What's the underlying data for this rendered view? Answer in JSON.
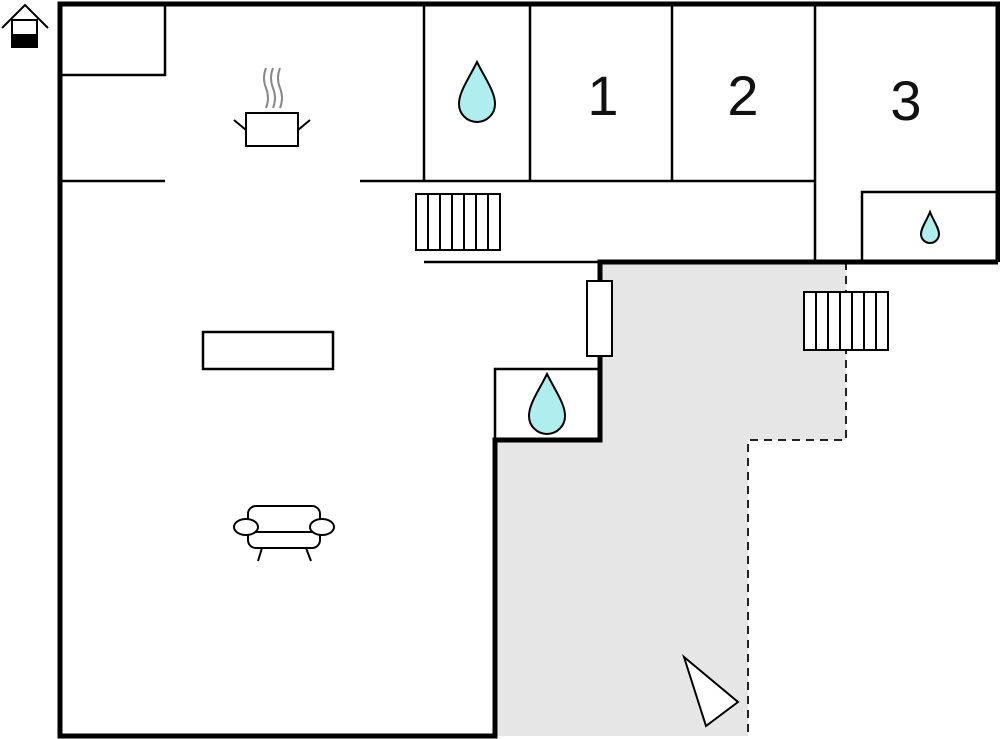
{
  "floorplan": {
    "rooms": [
      {
        "label": "1",
        "type": "bedroom"
      },
      {
        "label": "2",
        "type": "bedroom"
      },
      {
        "label": "3",
        "type": "bedroom"
      }
    ]
  },
  "colors": {
    "wall": "#000000",
    "terrace": "#e6e6e6",
    "water": "#aeeeef"
  },
  "icons": [
    "house-level-icon",
    "cooking-pot-icon",
    "water-drop-icon",
    "stairs-icon",
    "table-icon",
    "sofa-icon",
    "compass-icon"
  ]
}
